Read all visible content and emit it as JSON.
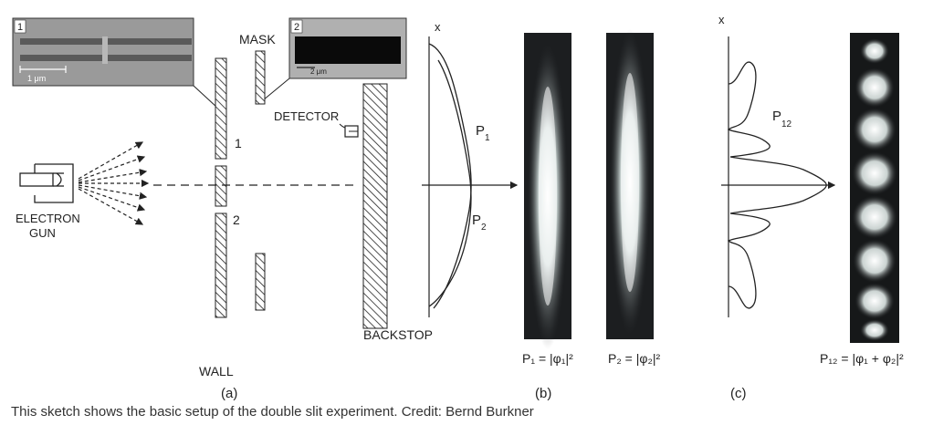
{
  "panel_a": {
    "inset1": {
      "number": "1",
      "scale": "1 μm"
    },
    "inset2": {
      "number": "2",
      "scale": "2 μm"
    },
    "mask_label": "MASK",
    "detector_label": "DETECTOR",
    "slit1_label": "1",
    "slit2_label": "2",
    "gun_label_line1": "ELECTRON",
    "gun_label_line2": "GUN",
    "wall_label": "WALL",
    "backstop_label": "BACKSTOP",
    "panel_label": "(a)"
  },
  "panel_b": {
    "axis_label": "x",
    "p1_label": "P",
    "p1_sub": "1",
    "p2_label": "P",
    "p2_sub": "2",
    "formula1": "P₁ = |φ₁|²",
    "formula2": "P₂ = |φ₂|²",
    "panel_label": "(b)"
  },
  "panel_c": {
    "axis_label": "x",
    "p12_label": "P",
    "p12_sub": "12",
    "formula": "P₁₂ = |φ₁ + φ₂|²",
    "panel_label": "(c)"
  },
  "caption": "This sketch shows the basic setup of the double slit experiment. Credit: Bernd Burkner"
}
